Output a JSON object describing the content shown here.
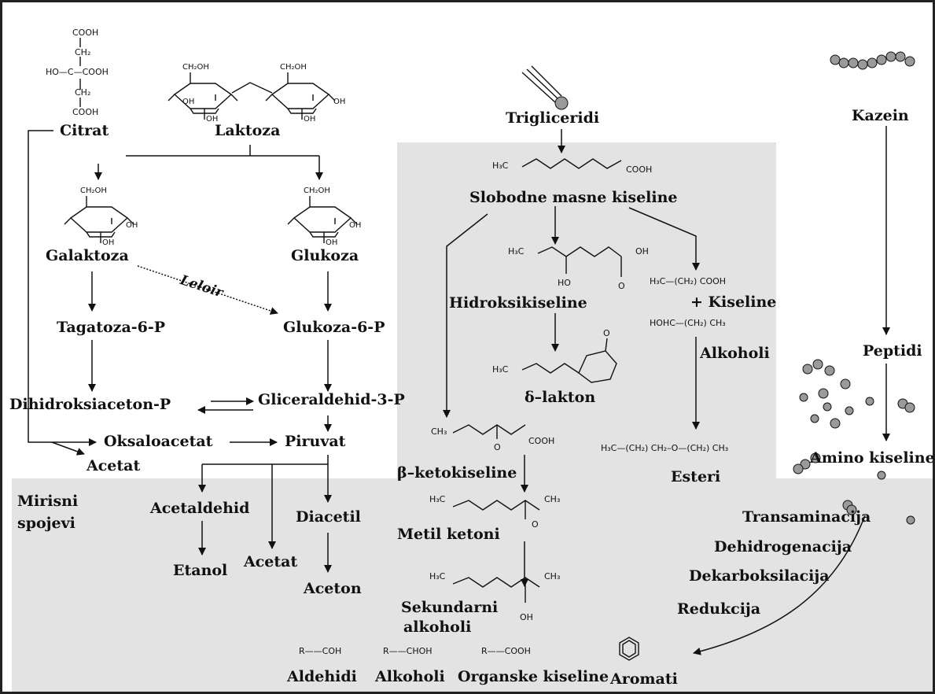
{
  "labels": {
    "citrat": "Citrat",
    "laktoza": "Laktoza",
    "galaktoza": "Galaktoza",
    "glukoza": "Glukoza",
    "leloir": "Leloir",
    "tagatoza_6p": "Tagatoza-6-P",
    "glukoza_6p": "Glukoza-6-P",
    "dihidroksiaceton_p": "Dihidroksiaceton-P",
    "gliceraldehid_3p": "Gliceraldehid-3-P",
    "oksaloacetat": "Oksaloacetat",
    "piruvat": "Piruvat",
    "acetat_1": "Acetat",
    "acetaldehid": "Acetaldehid",
    "diacetil": "Diacetil",
    "etanol": "Etanol",
    "acetat_2": "Acetat",
    "aceton": "Aceton",
    "mirisni_spojevi_1": "Mirisni",
    "mirisni_spojevi_2": "spojevi",
    "trigliceridi": "Trigliceridi",
    "slobodne_masne_kiseline": "Slobodne masne kiseline",
    "hidroksikiseline": "Hidroksikiseline",
    "delta_lakton": "δ–lakton",
    "plus_kiseline": "+ Kiseline",
    "alkoholi_1": "Alkoholi",
    "beta_ketokiseline": "β–ketokiseline",
    "esteri": "Esteri",
    "metil_ketoni": "Metil ketoni",
    "sekundarni_alkoholi_1": "Sekundarni",
    "sekundarni_alkoholi_2": "alkoholi",
    "kazein": "Kazein",
    "peptidi": "Peptidi",
    "amino_kiseline": "Amino kiseline",
    "transaminacija": "Transaminacija",
    "dehidrogenacija": "Dehidrogenacija",
    "dekarboksilacija": "Dekarboksilacija",
    "redukcija": "Redukcija",
    "aldehidi": "Aldehidi",
    "alkoholi_2": "Alkoholi",
    "organske_kiseline": "Organske kiseline",
    "aromati": "Aromati"
  },
  "formulas": {
    "citrate_cooh_top": "COOH",
    "citrate_ch2_top": "CH₂",
    "citrate_middle": "HO—C—COOH",
    "citrate_ch2_bottom": "CH₂",
    "citrate_cooh_bottom": "COOH",
    "fatty_acid": "H₃C",
    "fatty_acid_cooh": "COOH",
    "hydroxy_acid_h3c": "H₃C",
    "hydroxy_acid_oh": "OH",
    "hydroxy_acid_ho": "HO",
    "hydroxy_acid_o": "O",
    "acid_formula": "H₃C—(CH₂) COOH",
    "alcohol_formula": "HOHC—(CH₂) CH₃",
    "lactone_h3c": "H₃C",
    "lactone_o": "O",
    "ketoacid_ch3": "CH₃",
    "ketoacid_cooh": "COOH",
    "ketoacid_o": "O",
    "ester_formula": "H₃C—(CH₂) CH₂–O—(CH₂) CH₃",
    "methylketone_h3c": "H₃C",
    "methylketone_ch3": "CH₃",
    "methylketone_o": "O",
    "secalcohol_h3c": "H₃C",
    "secalcohol_ch3": "CH₃",
    "secalcohol_oh": "OH",
    "aldehyde_formula": "R——COH",
    "alcohol_class_formula": "R——CHOH",
    "acid_class_formula": "R——COOH",
    "sugar_ch2oh": "CH₂OH",
    "sugar_oh": "OH",
    "sugar_o": "O"
  },
  "colors": {
    "shaded_region": "#e3e3e3",
    "ink": "#111111",
    "bead": "#9a9a9a"
  }
}
